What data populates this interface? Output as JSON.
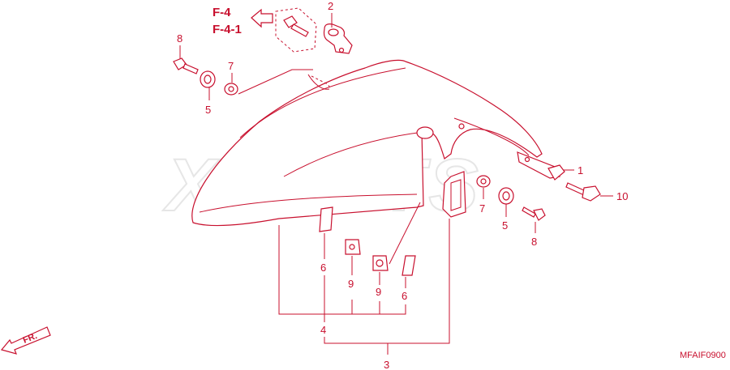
{
  "diagram": {
    "references": [
      "F-4",
      "F-4-1"
    ],
    "code": "MFAIF0900",
    "direction_label": "FR.",
    "watermark": "XPARTS",
    "callouts": {
      "c1": "1",
      "c2": "2",
      "c3": "3",
      "c4": "4",
      "c5a": "5",
      "c5b": "5",
      "c6a": "6",
      "c6b": "6",
      "c7a": "7",
      "c7b": "7",
      "c8a": "8",
      "c8b": "8",
      "c9a": "9",
      "c9b": "9",
      "c10": "10"
    }
  },
  "colors": {
    "line": "#c8102e",
    "watermark": "#e6e6e6"
  }
}
